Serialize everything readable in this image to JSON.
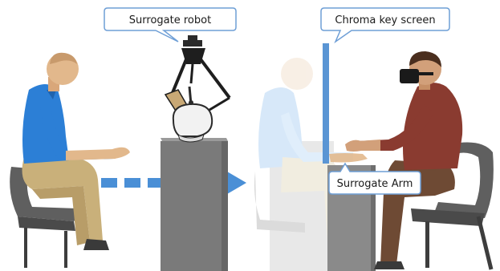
{
  "labels": {
    "surrogate_robot": "Surrogate robot",
    "chroma_key_screen": "Chroma key screen",
    "surrogate_arm": "Surrogate Arm"
  },
  "colors": {
    "callout_border": "#6f9fd6",
    "arrow": "#4a8fd6",
    "screen": "#5a95d4",
    "pedestal": "#7a7a7a",
    "shirt_blue": "#2c7fd6",
    "shirt_red": "#8a3b30",
    "pants_khaki": "#c9b07a",
    "pants_brown": "#6e4a34",
    "chair": "#5f5f5f",
    "skin": "#e2b88c"
  },
  "icons": {
    "robot": "delta-robot",
    "arrow": "dashed-right-arrow",
    "headset": "vr-headset"
  }
}
